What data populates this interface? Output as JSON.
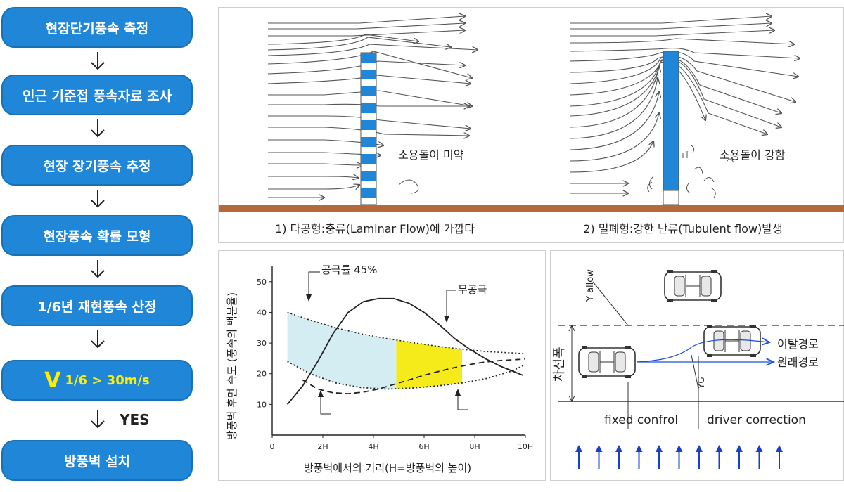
{
  "flow": {
    "steps": [
      "현장단기풍속 측정",
      "인근 기준접 풍속자료 조사",
      "현장 장기풍속 추정",
      "현장풍속 확률 모형",
      "1/6년 재현풍속 산정"
    ],
    "v_symbol": "V",
    "v_condition": "1/6 > 30m/s",
    "yes_label": "YES",
    "final_step": "방풍벽 설치"
  },
  "wind_panel": {
    "left_note": "소용돌이 미약",
    "right_note": "소용돌이 강함",
    "left_caption": "1) 다공형:충류(Laminar Flow)에 가깝다",
    "right_caption": "2) 밀폐형:강한 난류(Tubulent flow)발생",
    "colors": {
      "wall": "#1f86d8",
      "ground": "#b5693a"
    }
  },
  "chart_data": {
    "type": "line",
    "ylabel": "방풍벽 후면 속도 (풍속의 백분율)",
    "xlabel": "방풍벽에서의 거리(H=방풍벽의 높이)",
    "x_ticks": [
      "0",
      "2H",
      "4H",
      "6H",
      "8H",
      "10H"
    ],
    "y_ticks": [
      "10",
      "20",
      "30",
      "40",
      "50"
    ],
    "xlim": [
      0,
      10
    ],
    "ylim": [
      0,
      55
    ],
    "annotation_porous": "공극률 45%",
    "annotation_solid": "무공극",
    "series": [
      {
        "style": "solid",
        "x": [
          0.6,
          1.2,
          1.8,
          2.4,
          3.0,
          3.6,
          4.2,
          4.8,
          5.4,
          6.0,
          6.6,
          7.2,
          7.8,
          8.4,
          9.0,
          9.6,
          9.9
        ],
        "y": [
          10,
          16,
          24,
          33,
          40,
          43.5,
          44.5,
          44.5,
          43,
          40,
          36,
          31.5,
          28,
          25,
          22.5,
          20.5,
          19.5
        ]
      },
      {
        "style": "dotted-upper",
        "x": [
          0.6,
          1.5,
          2.5,
          3.5,
          4.5,
          5.5,
          6.5,
          7.5,
          8.5,
          9.5,
          10
        ],
        "y": [
          40,
          37.5,
          35,
          33,
          31.5,
          30.2,
          29,
          28,
          27.2,
          26.8,
          26.5
        ]
      },
      {
        "style": "dotted-lower",
        "x": [
          0.6,
          1.5,
          2.5,
          3.5,
          4.5,
          5.5,
          6.5,
          7.5,
          8.5,
          9.5,
          10
        ],
        "y": [
          24,
          20,
          17,
          15.5,
          15,
          15.3,
          16,
          17,
          18.5,
          21,
          23
        ]
      },
      {
        "style": "dashed",
        "x": [
          1.2,
          1.8,
          2.4,
          3.0,
          3.6,
          4.2,
          4.8,
          5.4,
          6.0,
          6.6,
          7.2,
          7.8,
          8.4,
          9.0,
          9.6,
          10
        ],
        "y": [
          18,
          15,
          13.8,
          13.5,
          14,
          15,
          16.5,
          18,
          19.5,
          20.8,
          22,
          23,
          23.8,
          24.3,
          24.6,
          24.8
        ]
      }
    ],
    "colors": {
      "region1": "#d4edf3",
      "region2": "#f5ea1a"
    }
  },
  "lane_panel": {
    "y_allow": "Y allow",
    "lane_width": "차선폭",
    "yg": "YG",
    "escape_path": "이탈경로",
    "original_path": "원래경로",
    "fixed_control": "fixed confrol",
    "driver_correction": "driver correction",
    "colors": {
      "wind_arrow": "#1a3fcf",
      "path": "#1a4fd9"
    }
  }
}
